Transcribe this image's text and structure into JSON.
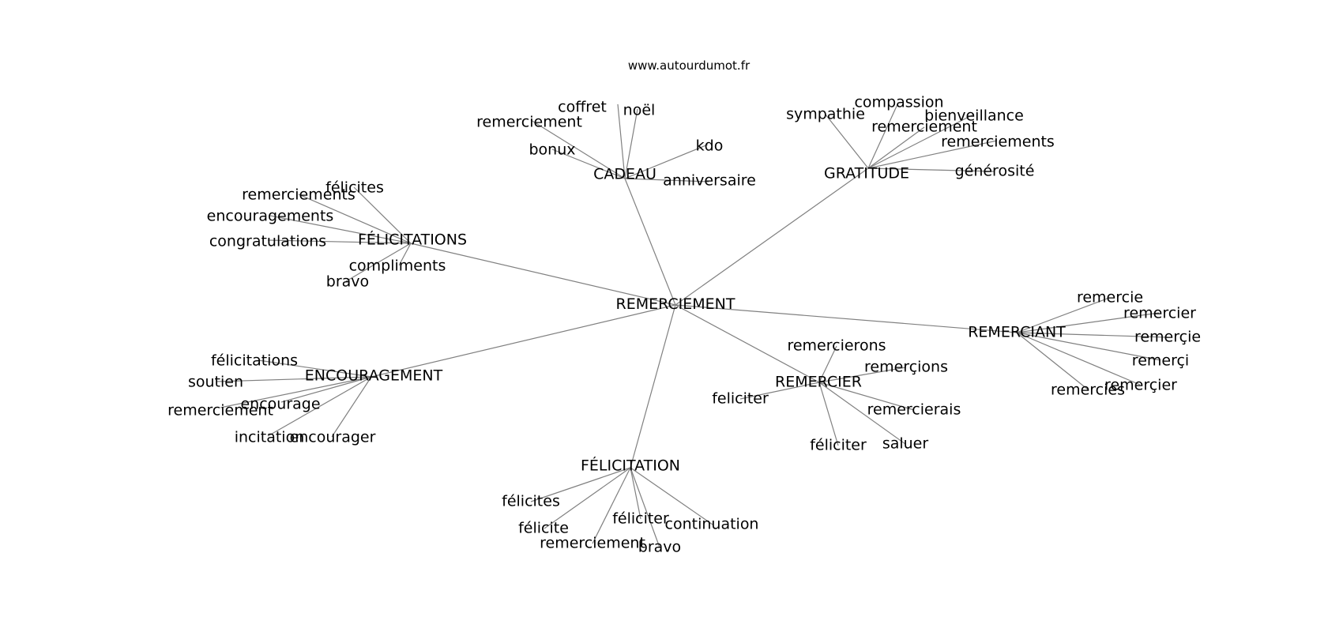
{
  "source": "www.autourdumot.fr",
  "colors": {
    "edge": "#808080",
    "text": "#000000",
    "background": "#ffffff"
  },
  "graph": {
    "root": "REMERCIEMENT",
    "clusters": [
      {
        "id": "cadeau",
        "label": "CADEAU",
        "leaves": [
          "coffret",
          "noël",
          "remerciement",
          "bonux",
          "kdo",
          "anniversaire"
        ]
      },
      {
        "id": "gratitude",
        "label": "GRATITUDE",
        "leaves": [
          "compassion",
          "sympathie",
          "bienveillance",
          "remerciement",
          "remerciements",
          "générosité"
        ]
      },
      {
        "id": "felicitations",
        "label": "FÉLICITATIONS",
        "leaves": [
          "félicites",
          "remerciements",
          "encouragements",
          "congratulations",
          "compliments",
          "bravo"
        ]
      },
      {
        "id": "encouragement",
        "label": "ENCOURAGEMENT",
        "leaves": [
          "félicitations",
          "soutien",
          "encourage",
          "remerciement",
          "incitation",
          "encourager"
        ]
      },
      {
        "id": "remerciant",
        "label": "REMERCIANT",
        "leaves": [
          "remercie",
          "remercier",
          "remerçie",
          "remerçi",
          "remerçier",
          "remercies"
        ]
      },
      {
        "id": "remercier",
        "label": "REMERCIER",
        "leaves": [
          "remercierons",
          "remerçions",
          "feliciter",
          "remercierais",
          "féliciter",
          "saluer"
        ]
      },
      {
        "id": "felicitation",
        "label": "FÉLICITATION",
        "leaves": [
          "félicites",
          "félicite",
          "féliciter",
          "continuation",
          "remerciement",
          "bravo"
        ]
      }
    ]
  }
}
